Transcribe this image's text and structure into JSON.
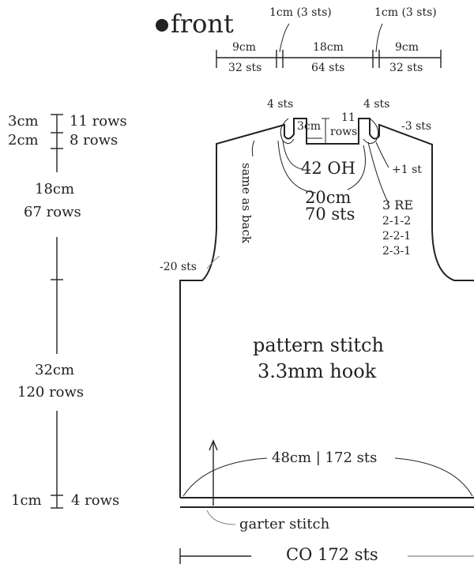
{
  "title": "front",
  "top_measures": {
    "gap1": "1cm (3 sts)",
    "gap2": "1cm (3 sts)",
    "seg1_cm": "9cm",
    "seg1_sts": "32 sts",
    "seg2_cm": "18cm",
    "seg2_sts": "64 sts",
    "seg3_cm": "9cm",
    "seg3_sts": "32 sts"
  },
  "left_measures": {
    "m1_cm": "3cm",
    "m1_rows": "11 rows",
    "m2_cm": "2cm",
    "m2_rows": "8 rows",
    "armhole_cm": "18cm",
    "armhole_rows": "67 rows",
    "body_cm": "32cm",
    "body_rows": "120 rows",
    "hem_cm": "1cm",
    "hem_rows": "4 rows"
  },
  "neck": {
    "left_sts": "4 sts",
    "right_sts": "4 sts",
    "center_cm": "3cm",
    "center_rows_num": "11",
    "center_rows_word": "rows",
    "minus_sts": "-3 sts",
    "oh": "42 OH",
    "plus_st": "+1 st",
    "width_cm": "20cm",
    "width_sts": "70 sts",
    "re": "3 RE",
    "re_steps": [
      "2-1-2",
      "2-2-1",
      "2-3-1"
    ]
  },
  "side_note": "same as back",
  "armhole_dec": "-20 sts",
  "pattern_line1": "pattern stitch",
  "pattern_line2": "3.3mm hook",
  "width_label": "48cm | 172 sts",
  "garter": "garter stitch",
  "co_label": "CO 172 sts"
}
